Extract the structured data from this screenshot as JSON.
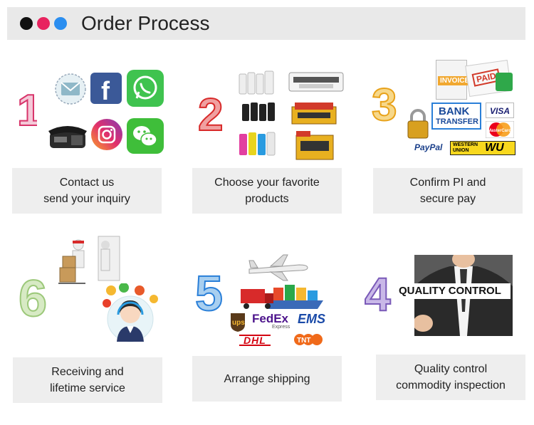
{
  "header": {
    "title": "Order Process",
    "dot_colors": [
      "#111111",
      "#e8235f",
      "#2b8ef0"
    ]
  },
  "steps": [
    {
      "number": "1",
      "line1": "Contact us",
      "line2": "send your inquiry",
      "color": "#d8346a"
    },
    {
      "number": "2",
      "line1": "Choose your favorite",
      "line2": "products",
      "color": "#d82a2a"
    },
    {
      "number": "3",
      "line1": "Confirm PI and",
      "line2": "secure pay",
      "color": "#e8a21a"
    },
    {
      "number": "6",
      "line1": "Receiving and",
      "line2": "lifetime service",
      "color": "#9cc87a"
    },
    {
      "number": "5",
      "line1": "Arrange shipping",
      "line2": "",
      "color": "#2a7fd8"
    },
    {
      "number": "4",
      "line1": "Quality control",
      "line2": "commodity inspection",
      "color": "#7a5ab8"
    }
  ],
  "pay_logos": {
    "invoice": "INVOICE",
    "paid": "PAID",
    "bank1": "BANK",
    "bank2": "TRANSFER",
    "visa": "VISA",
    "mastercard": "MasterCard",
    "paypal": "PayPal",
    "western1": "WESTERN",
    "western2": "UNION",
    "wu": "WU"
  },
  "ship_logos": {
    "ups": "ups",
    "fedex": "FedEx",
    "fedex_sub": "Express",
    "ems": "EMS",
    "dhl": "DHL",
    "tnt": "TNT"
  },
  "quality_banner": "QUALITY CONTROL"
}
